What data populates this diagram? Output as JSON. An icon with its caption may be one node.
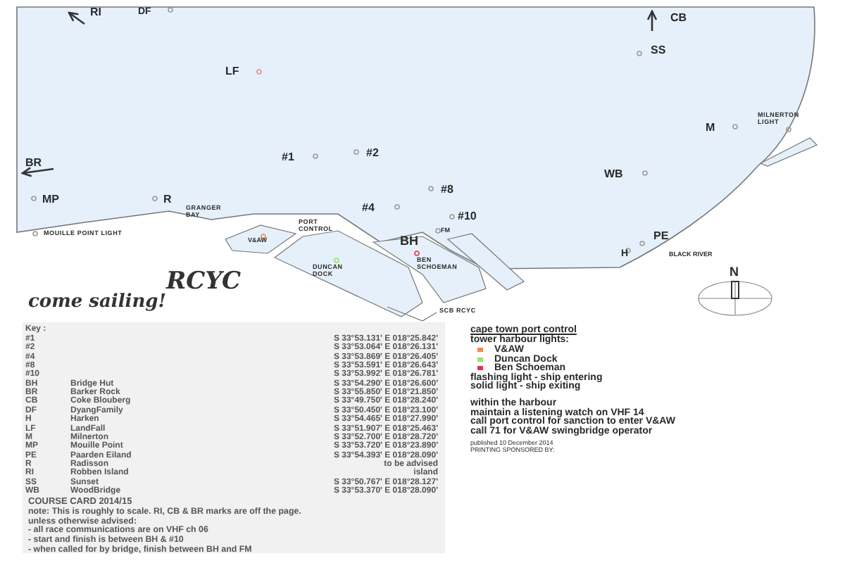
{
  "diagram": {
    "labels": [
      "RI",
      "DF",
      "LF",
      "#1",
      "#2",
      "BR",
      "MP",
      "R",
      "GRANGER BAY",
      "MOUILLE POINT LIGHT",
      "#4",
      "PORT CONTROL",
      "V&AW",
      "DUNCAN DOCK",
      "BH",
      "BEN SCHOEMAN",
      "FM",
      "#10",
      "#8",
      "CB",
      "SS",
      "M",
      "MILNERTON LIGHT",
      "WB",
      "PE",
      "H",
      "BLACK RIVER",
      "N",
      "SCB RCYC",
      "RCYC",
      "come sailing!",
      "Key :",
      "#1",
      "S 33°53.131' E 018°25.842'",
      "#2",
      "S 33°53.064' E 018°26.131'",
      "#4",
      "S 33°53.869' E 018°26.405'",
      "#8",
      "S 33°53.591' E 018°26.643'",
      "#10",
      "S 33°53.992' E 018°26.781'",
      "BH",
      "Bridge Hut",
      "S 33°54.290' E 018°26.600'",
      "BR",
      "Barker Rock",
      "S 33°55.850' E 018°21.850'",
      "CB",
      "Coke Blouberg",
      "S 33°49.750' E 018°28.240'",
      "DF",
      "DyangFamily",
      "S 33°50.450' E 018°23.100'",
      "H",
      "Harken",
      "S 33°54.465' E 018°27.990'",
      "LF",
      "LandFall",
      "S 33°51.907' E 018°25.463'",
      "M",
      "Milnerton",
      "S 33°52.700' E 018°28.720'",
      "MP",
      "Mouille Point",
      "S 33°53.720' E 018°23.890'",
      "PE",
      "Paarden Eiland",
      "S 33°54.393' E 018°28.090'",
      "R",
      "Radisson",
      "to be advised",
      "RI",
      "Robben Island",
      "island",
      "SS",
      "Sunset",
      "S 33°50.767' E 018°28.127'",
      "WB",
      "WoodBridge",
      "S 33°53.370' E 018°28.090'",
      "COURSE CARD 2014/15",
      "note: This is roughly to scale. RI, CB & BR marks are off the page.",
      "unless otherwise advised:",
      "- all race communications are on VHF ch 06",
      "- start and finish is between BH & #10",
      "- when called for by bridge, finish between BH and FM",
      "cape town port control",
      "tower harbour lights:",
      "flashing light - ship entering",
      "solid light - ship exiting",
      "within the harbour",
      "maintain a listening watch on VHF 14",
      "call port control for sanction to enter V&AW",
      "call 71 for V&AW swingbridge operator",
      "published 10 December 2014",
      "PRINTING SPONSORED BY:"
    ],
    "legend": [
      {
        "text": "V&AW",
        "color": "#f08a4b"
      },
      {
        "text": "Duncan Dock",
        "color": "#9be06a"
      },
      {
        "text": "Ben Schoeman",
        "color": "#e8334a"
      }
    ]
  }
}
